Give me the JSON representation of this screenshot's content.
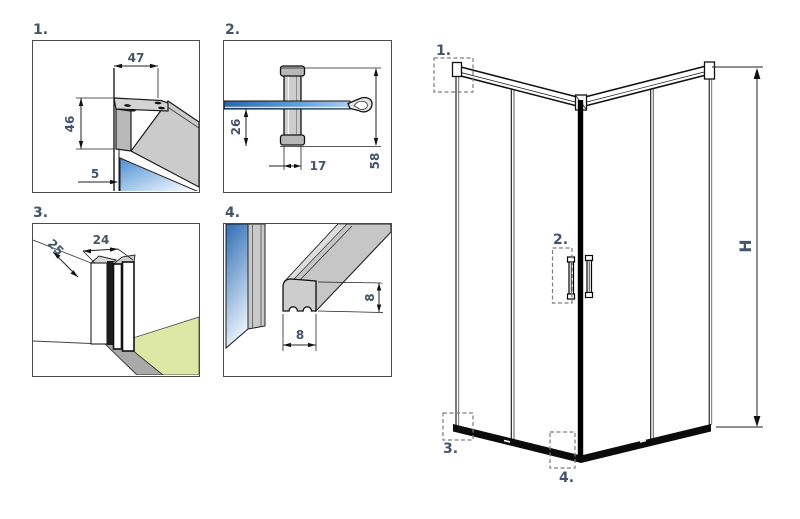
{
  "figure": {
    "type": "shower-enclosure-technical-drawing",
    "annotation_color": "#44546a",
    "details": {
      "d1": {
        "label": "1.",
        "dim_top": "47",
        "dim_side": "46",
        "dim_gap": "5"
      },
      "d2": {
        "label": "2.",
        "dim_inset": "26",
        "dim_width": "17",
        "dim_height": "58"
      },
      "d3": {
        "label": "3.",
        "dim_depth": "25",
        "dim_width": "24"
      },
      "d4": {
        "label": "4.",
        "dim_width": "8",
        "dim_height": "8"
      }
    },
    "main": {
      "callout_1": "1.",
      "callout_2": "2.",
      "callout_3": "3.",
      "callout_4": "4.",
      "height_label": "H"
    },
    "colors": {
      "glass_dark": "#2f6db4",
      "glass_light": "#eaf3fb",
      "profile_gray": "#c9c9c9",
      "floor_green": "#dde8a4",
      "track_gray": "#a9a9a9",
      "line": "#1a1a1a",
      "dashed_callout": "#7d7d7d"
    }
  }
}
